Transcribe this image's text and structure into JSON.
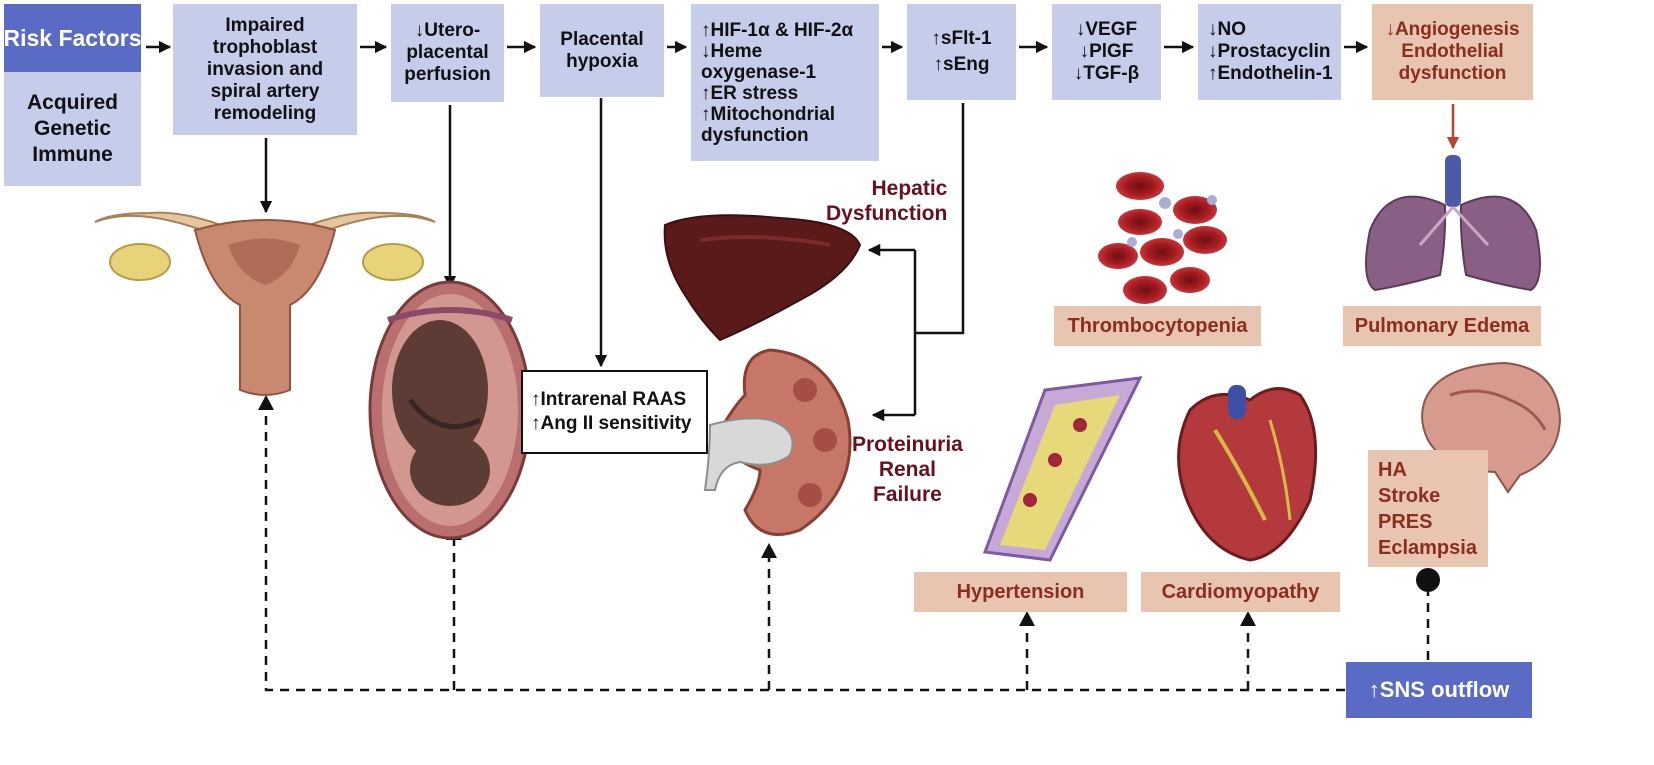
{
  "risk": {
    "title": "Risk Factors",
    "items": [
      "Acquired",
      "Genetic",
      "Immune"
    ]
  },
  "steps": {
    "trophoblast": [
      "Impaired",
      "trophoblast",
      "invasion and",
      "spiral artery",
      "remodeling"
    ],
    "perfusion": [
      "↓Utero-",
      "placental",
      "perfusion"
    ],
    "hypoxia": [
      "Placental",
      "hypoxia"
    ],
    "hif": [
      "↑HIF-1α & HIF-2α",
      "↓Heme",
      "oxygenase-1",
      "↑ER stress",
      "↑Mitochondrial",
      "dysfunction"
    ],
    "sflt": [
      "↑sFlt-1",
      "↑sEng"
    ],
    "vegf": [
      "↓VEGF",
      "↓PlGF",
      "↓TGF-β"
    ],
    "no": [
      "↓NO",
      "↓Prostacyclin",
      "↑Endothelin-1"
    ],
    "angio": [
      "↓Angiogenesis",
      "Endothelial",
      "dysfunction"
    ]
  },
  "raas": [
    "↑Intrarenal RAAS",
    "↑Ang II sensitivity"
  ],
  "organ_labels": {
    "hepatic": [
      "Hepatic",
      "Dysfunction"
    ],
    "renal": [
      "Proteinuria",
      "Renal",
      "Failure"
    ]
  },
  "outcomes": {
    "thrombocytopenia": "Thrombocytopenia",
    "pulmonary": "Pulmonary Edema",
    "hypertension": "Hypertension",
    "cardiomyopathy": "Cardiomyopathy",
    "neuro": [
      "HA",
      "Stroke",
      "PRES",
      "Eclampsia"
    ]
  },
  "sns": "↑SNS outflow",
  "colors": {
    "blue_box": "#c5cdeb",
    "dark_blue": "#5a6bc6",
    "tan_box": "#e8c5b0",
    "red_text": "#8b2d1f",
    "organ_label": "#6b0e1e"
  }
}
